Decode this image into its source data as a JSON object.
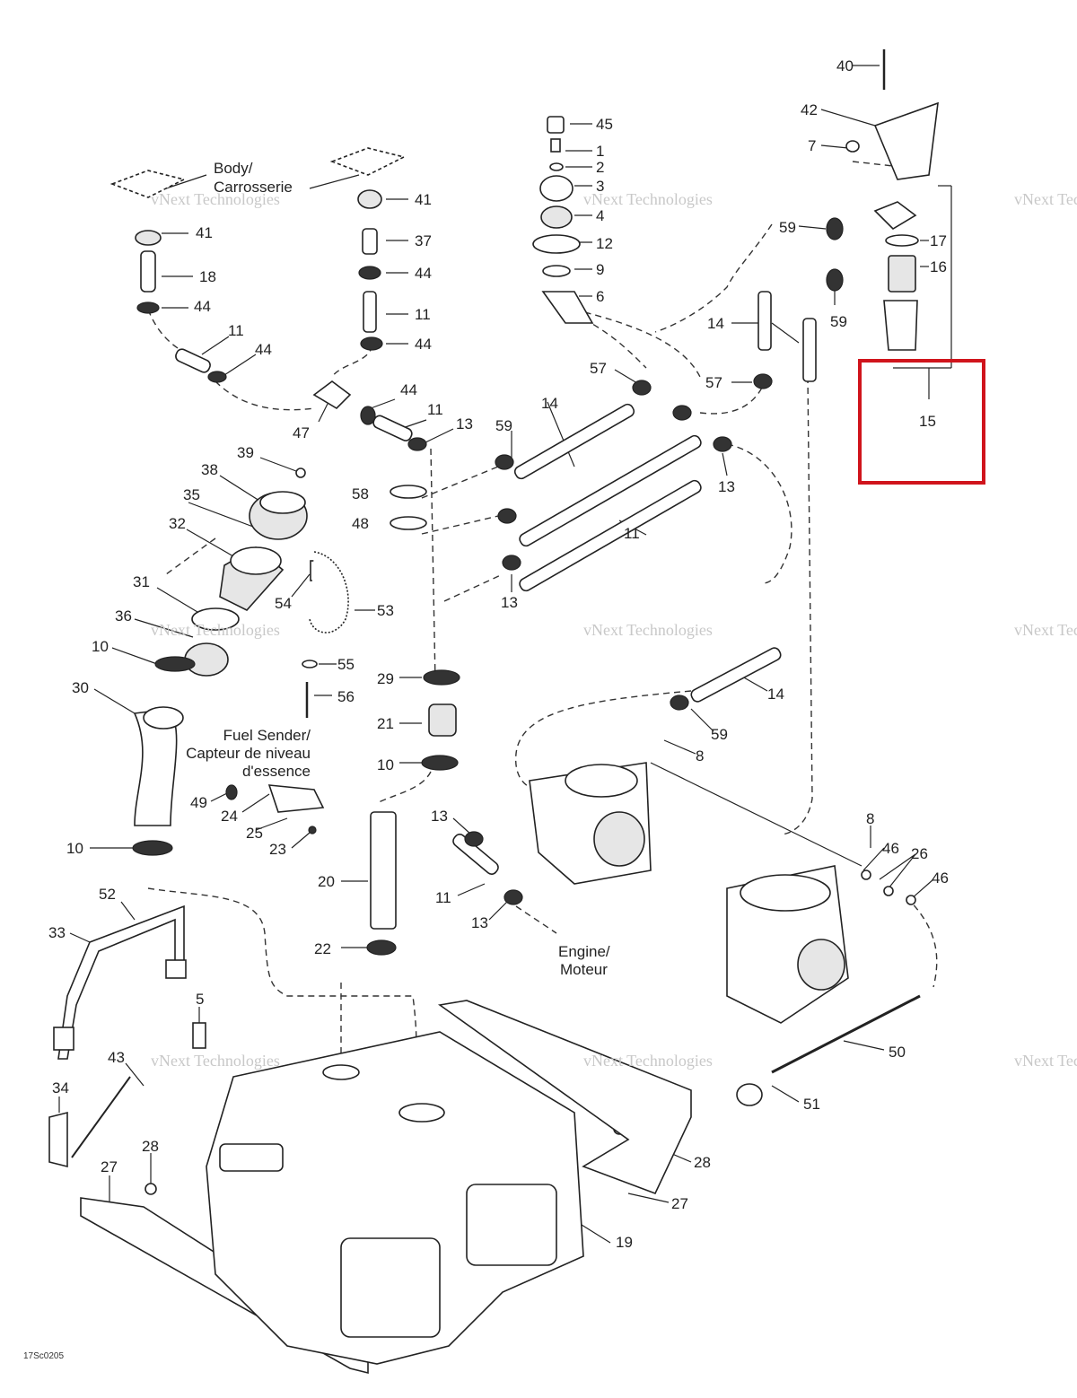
{
  "callouts": [
    "40",
    "42",
    "7",
    "17",
    "16",
    "15",
    "59",
    "14",
    "57",
    "45",
    "1",
    "2",
    "3",
    "4",
    "12",
    "9",
    "6",
    "41",
    "37",
    "44",
    "11",
    "18",
    "47",
    "13",
    "39",
    "38",
    "35",
    "32",
    "31",
    "36",
    "10",
    "30",
    "58",
    "48",
    "54",
    "53",
    "55",
    "56",
    "29",
    "21",
    "8",
    "26",
    "46",
    "49",
    "24",
    "25",
    "23",
    "20",
    "22",
    "52",
    "33",
    "5",
    "43",
    "34",
    "28",
    "27",
    "19",
    "50",
    "51"
  ],
  "labels": {
    "body": "Body/",
    "carrosserie": "Carrosserie",
    "fuel_sender_1": "Fuel Sender/",
    "fuel_sender_2": "Capteur de niveau",
    "fuel_sender_3": "d'essence",
    "engine_1": "Engine/",
    "engine_2": "Moteur"
  },
  "watermark": {
    "line1": "vNext Technologies",
    "line2": "Technologies",
    "line3": "vNext"
  },
  "highlight": {
    "part": "15",
    "color": "#d0141c"
  },
  "drawing_code": "17Sc0205"
}
